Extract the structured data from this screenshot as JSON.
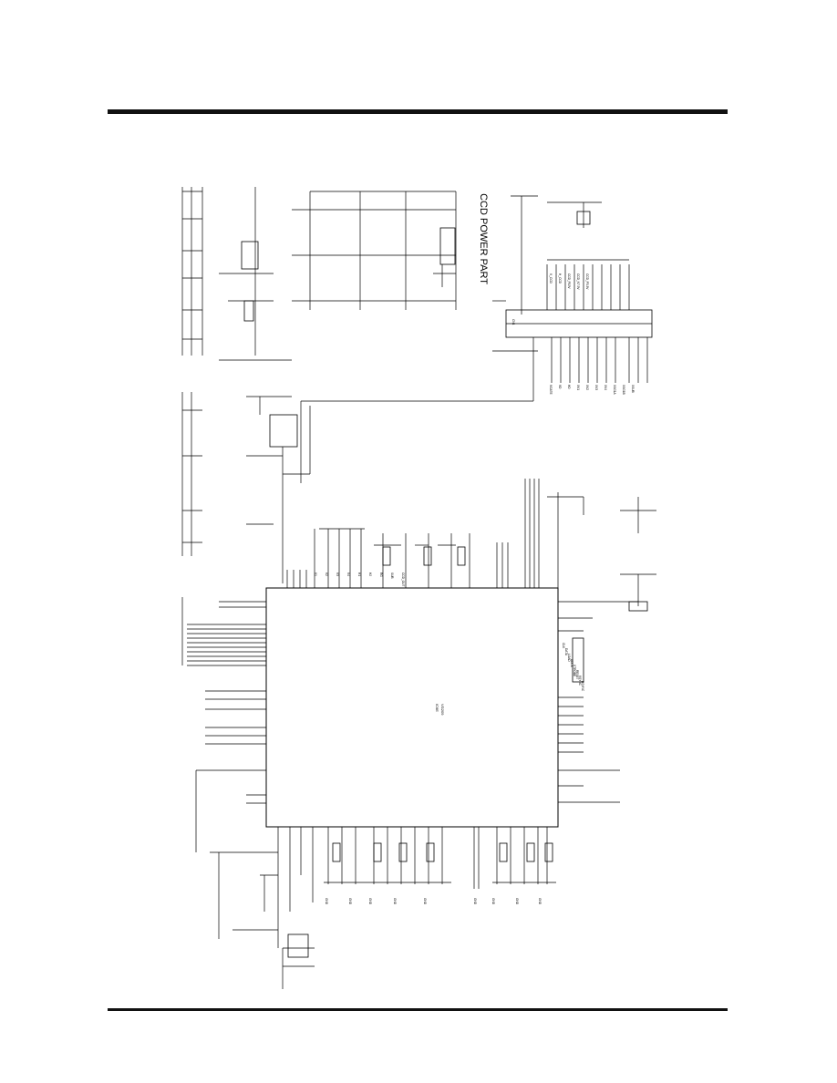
{
  "page": {
    "section_title": "CCD POWER PART",
    "main_ic": {
      "ref": "IC6E",
      "name": "VG209"
    },
    "power_nets": [
      "V_CCD",
      "H_CCD",
      "CCD_P15V",
      "CCD_N7.5V",
      "CCD_P3.3V"
    ],
    "left_signals": [
      "V1",
      "V2",
      "V3",
      "V4",
      "H1",
      "H2",
      "RG",
      "SUB",
      "CCD_OUT"
    ],
    "interface_labels": [
      "CLK",
      "DATA",
      "LOAD",
      "ADCK",
      "STROBE",
      "RESET",
      "VSYNC",
      "HSYNC"
    ],
    "ground_label": "GND",
    "connector_ref": "CN1",
    "vertical_bus": [
      "VGATE",
      "VD",
      "HD",
      "XV1",
      "XV2",
      "XV3",
      "XV4",
      "XSG1A",
      "XSG1B",
      "XSUB"
    ]
  }
}
